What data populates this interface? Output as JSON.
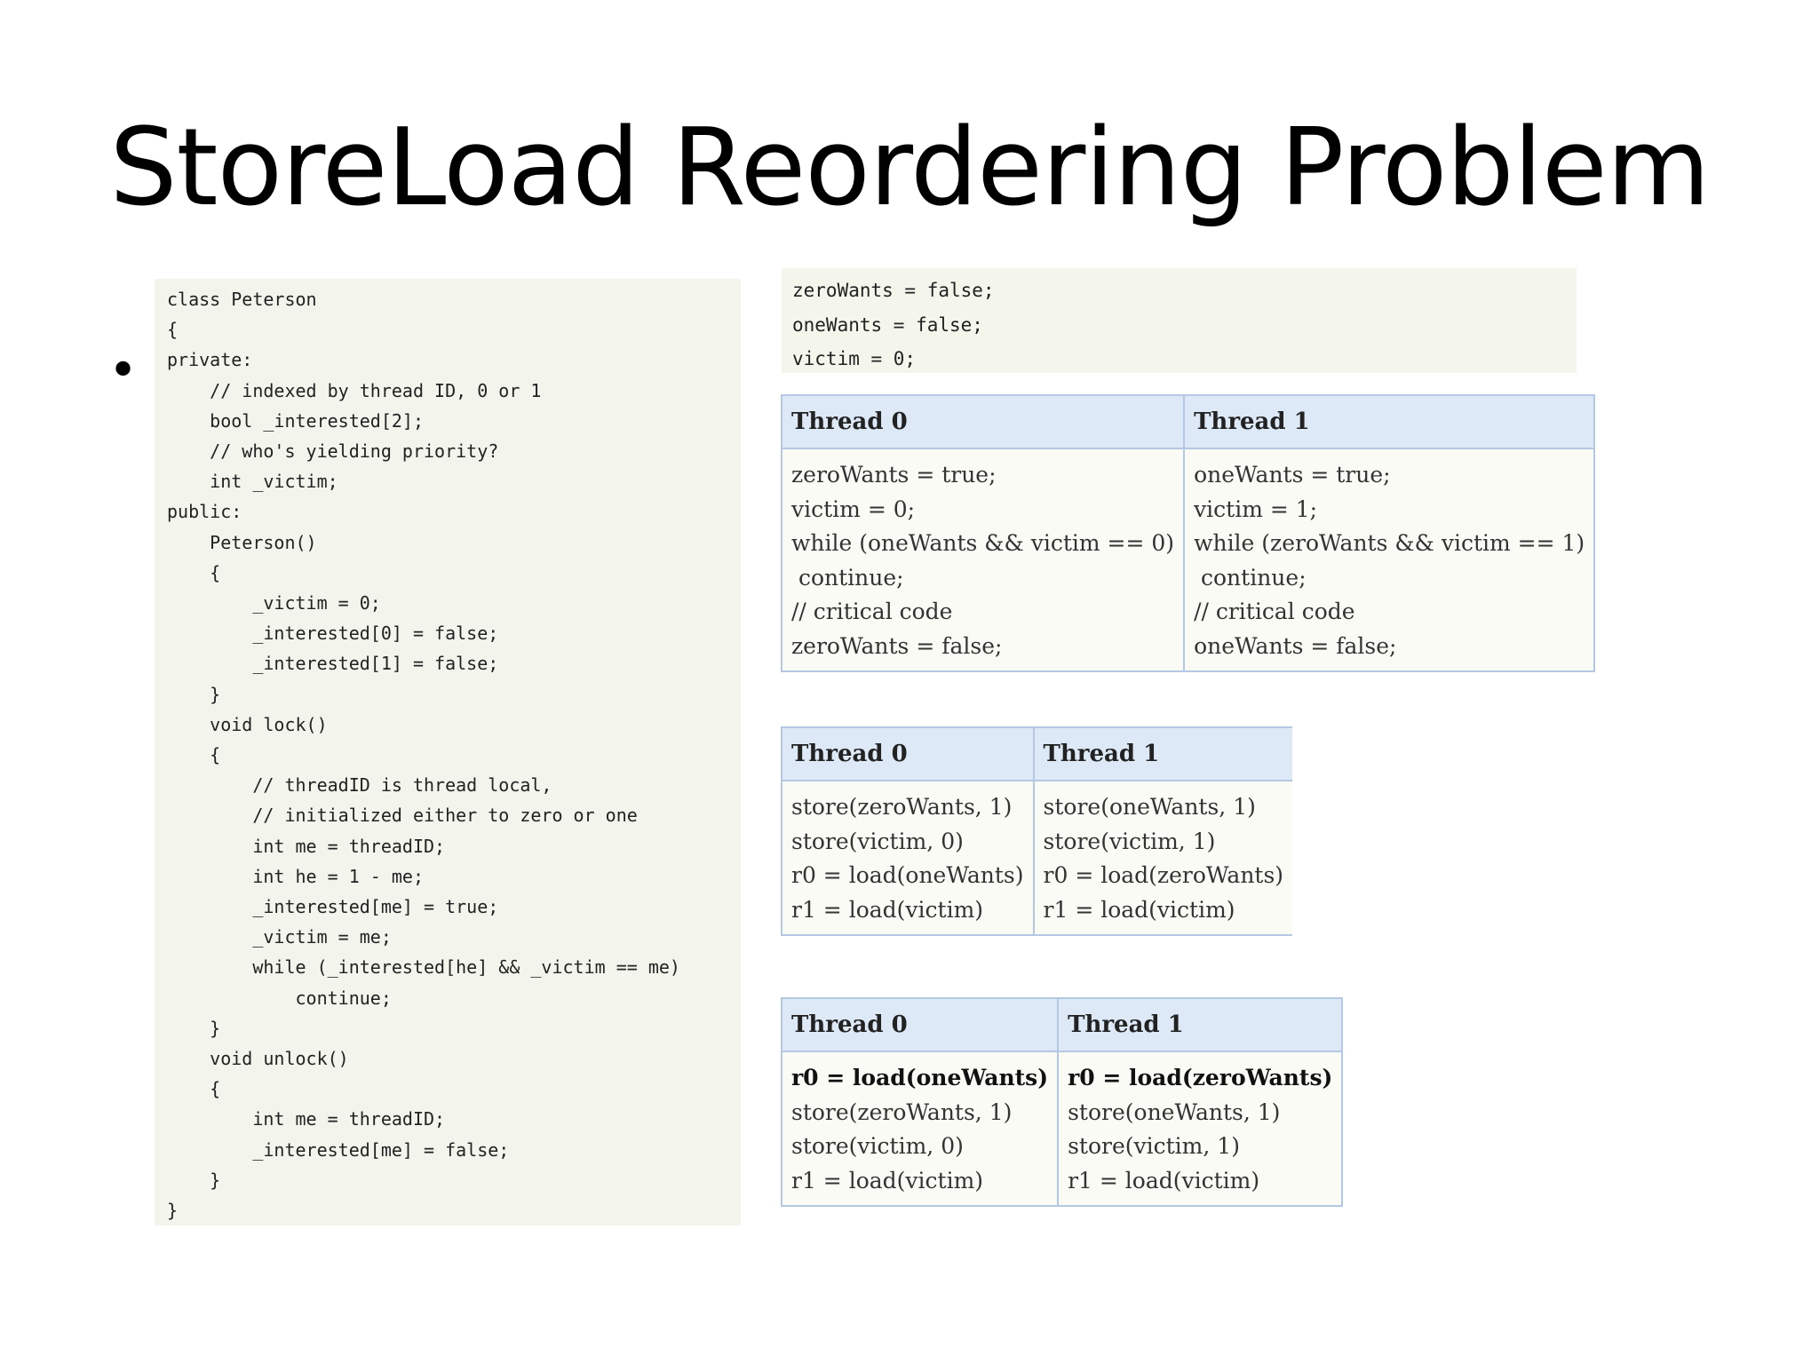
{
  "slide": {
    "title": "StoreLoad Reordering Problem",
    "bullet": "•"
  },
  "code_panel": {
    "lines": [
      "class Peterson",
      "{",
      "private:",
      "    // indexed by thread ID, 0 or 1",
      "    bool _interested[2];",
      "    // who's yielding priority?",
      "    int _victim;",
      "public:",
      "    Peterson()",
      "    {",
      "        _victim = 0;",
      "        _interested[0] = false;",
      "        _interested[1] = false;",
      "    }",
      "    void lock()",
      "    {",
      "        // threadID is thread local,",
      "        // initialized either to zero or one",
      "        int me = threadID;",
      "        int he = 1 - me;",
      "        _interested[me] = true;",
      "        _victim = me;",
      "        while (_interested[he] && _victim == me)",
      "            continue;",
      "    }",
      "    void unlock()",
      "    {",
      "        int me = threadID;",
      "        _interested[me] = false;",
      "    }",
      "}"
    ]
  },
  "init_panel": {
    "lines": [
      "zeroWants = false;",
      "oneWants = false;",
      "victim = 0;"
    ]
  },
  "tables": [
    {
      "headers": [
        "Thread 0",
        "Thread 1"
      ],
      "columns": [
        [
          "zeroWants = true;",
          "victim = 0;",
          "while (oneWants && victim == 0)",
          " continue;",
          "// critical code",
          "zeroWants = false;"
        ],
        [
          "oneWants = true;",
          "victim = 1;",
          "while (zeroWants && victim == 1)",
          " continue;",
          "// critical code",
          "oneWants = false;"
        ]
      ]
    },
    {
      "headers": [
        "Thread 0",
        "Thread 1"
      ],
      "columns": [
        [
          "store(zeroWants, 1)",
          "store(victim, 0)",
          "r0 = load(oneWants)",
          "r1 = load(victim)"
        ],
        [
          "store(oneWants, 1)",
          "store(victim, 1)",
          "r0 = load(zeroWants)",
          "r1 = load(victim)"
        ]
      ]
    },
    {
      "headers": [
        "Thread 0",
        "Thread 1"
      ],
      "columns": [
        [
          "r0 = load(oneWants)",
          "store(zeroWants, 1)",
          "store(victim, 0)",
          "r1 = load(victim)"
        ],
        [
          "r0 = load(zeroWants)",
          "store(oneWants, 1)",
          "store(victim, 1)",
          "r1 = load(victim)"
        ]
      ],
      "bold_first_row": true
    }
  ]
}
